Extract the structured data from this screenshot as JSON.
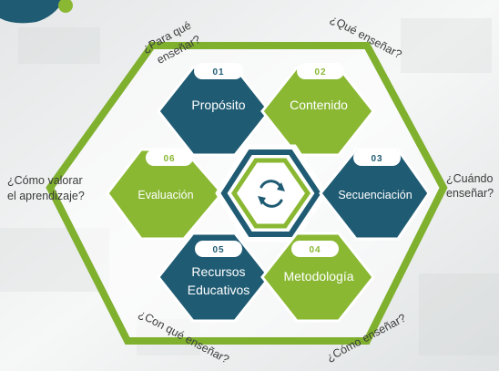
{
  "colors": {
    "green": "#8ab833",
    "teal": "#1f5b73",
    "frame_green": "#7fb02e",
    "text_dark": "#3b3b3b"
  },
  "cycle_icon": "refresh-cycle-icon",
  "hexagons": {
    "proposito": {
      "number": "01",
      "label": "Propósito"
    },
    "contenido": {
      "number": "02",
      "label": "Contenido"
    },
    "secuenciacion": {
      "number": "03",
      "label": "Secuenciación"
    },
    "metodologia": {
      "number": "04",
      "label": "Metodología"
    },
    "recursos": {
      "number": "05",
      "label_line1": "Recursos",
      "label_line2": "Educativos"
    },
    "evaluacion": {
      "number": "06",
      "label": "Evaluación"
    }
  },
  "questions": {
    "para_que_1": "¿Para qué",
    "para_que_2": "enseñar?",
    "que": "¿Qué enseñar?",
    "cuando_1": "¿Cuándo",
    "cuando_2": "enseñar?",
    "como_valorar_1": "¿Cómo valorar",
    "como_valorar_2": "el aprendizaje?",
    "con_que": "¿Con qué enseñar?",
    "como": "¿Cómo enseñar?"
  }
}
